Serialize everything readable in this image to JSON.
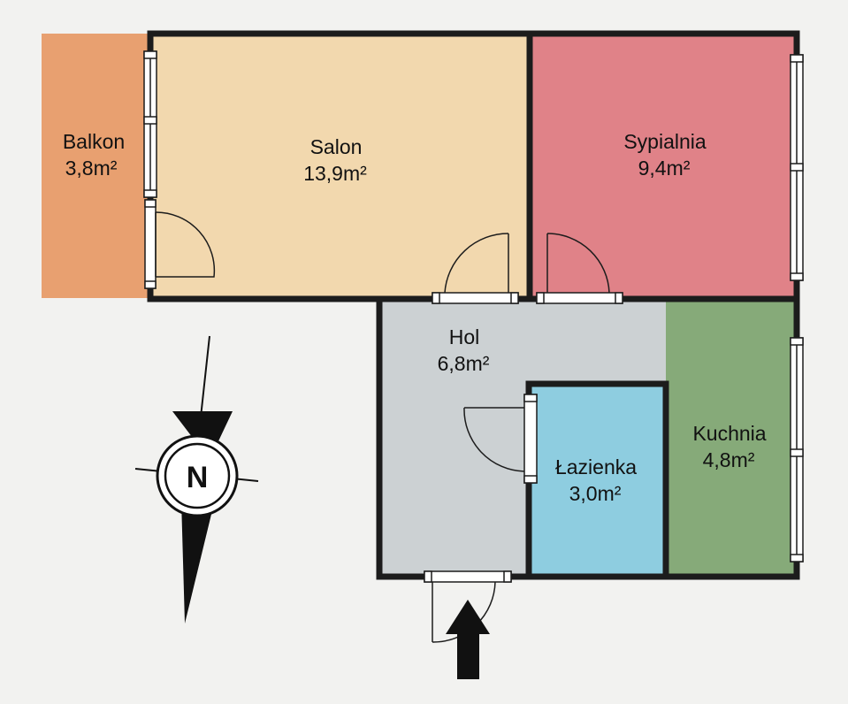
{
  "rooms": {
    "balkon": {
      "name": "Balkon",
      "area": "3,8m²",
      "color": "#e8a070"
    },
    "salon": {
      "name": "Salon",
      "area": "13,9m²",
      "color": "#f2d8ae"
    },
    "sypialnia": {
      "name": "Sypialnia",
      "area": "9,4m²",
      "color": "#e08288"
    },
    "hol": {
      "name": "Hol",
      "area": "6,8m²",
      "color": "#ccd1d3"
    },
    "lazienka": {
      "name": "Łazienka",
      "area": "3,0m²",
      "color": "#8ecde0"
    },
    "kuchnia": {
      "name": "Kuchnia",
      "area": "4,8m²",
      "color": "#86aa79"
    }
  },
  "compass": {
    "letter": "N"
  },
  "entrance": {
    "icon": "entrance-arrow-icon"
  },
  "colors": {
    "wall": "#1c1c1c",
    "background": "#f2f2f0"
  }
}
